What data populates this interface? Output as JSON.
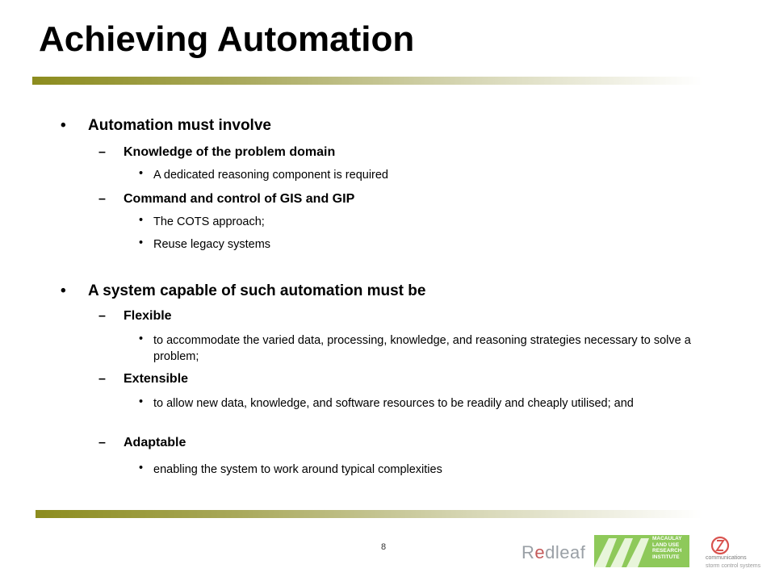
{
  "slide": {
    "title": "Achieving Automation",
    "page_number": "8"
  },
  "bullets": {
    "b1": {
      "bullet": "•",
      "text": "Automation must involve",
      "sub1": {
        "dash": "–",
        "text": "Knowledge of the problem domain",
        "items": [
          {
            "bullet": "•",
            "text": "A dedicated reasoning component is required"
          }
        ]
      },
      "sub2": {
        "dash": "–",
        "text": "Command and control of GIS and GIP",
        "items": [
          {
            "bullet": "•",
            "text": "The COTS approach;"
          },
          {
            "bullet": "•",
            "text": "Reuse legacy systems"
          }
        ]
      }
    },
    "b2": {
      "bullet": "•",
      "text": "A system capable of such automation must be",
      "sub1": {
        "dash": "–",
        "text": "Flexible",
        "items": [
          {
            "bullet": "•",
            "text": "to accommodate the varied data, processing, knowledge, and reasoning strategies necessary to solve a problem;"
          }
        ]
      },
      "sub2": {
        "dash": "–",
        "text": "Extensible",
        "items": [
          {
            "bullet": "•",
            "text": "to allow new data, knowledge, and software resources to be readily and cheaply utilised; and"
          }
        ]
      },
      "sub3": {
        "dash": "–",
        "text": "Adaptable",
        "items": [
          {
            "bullet": "•",
            "text": "enabling the system to work around typical complexities"
          }
        ]
      }
    }
  },
  "logos": {
    "redleaf_r": "R",
    "redleaf_e": "e",
    "redleaf_rest": "dleaf",
    "macaulay_line1": "MACAULAY",
    "macaulay_line2": "LAND USE",
    "macaulay_line3": "RESEARCH",
    "macaulay_line4": "INSTITUTE",
    "storm_line1": "communications",
    "storm_line2": "storm control systems"
  },
  "colors": {
    "rule_olive": "#8c8c1e",
    "macaulay_green": "#8ec95a",
    "storm_red": "#d9534f"
  }
}
